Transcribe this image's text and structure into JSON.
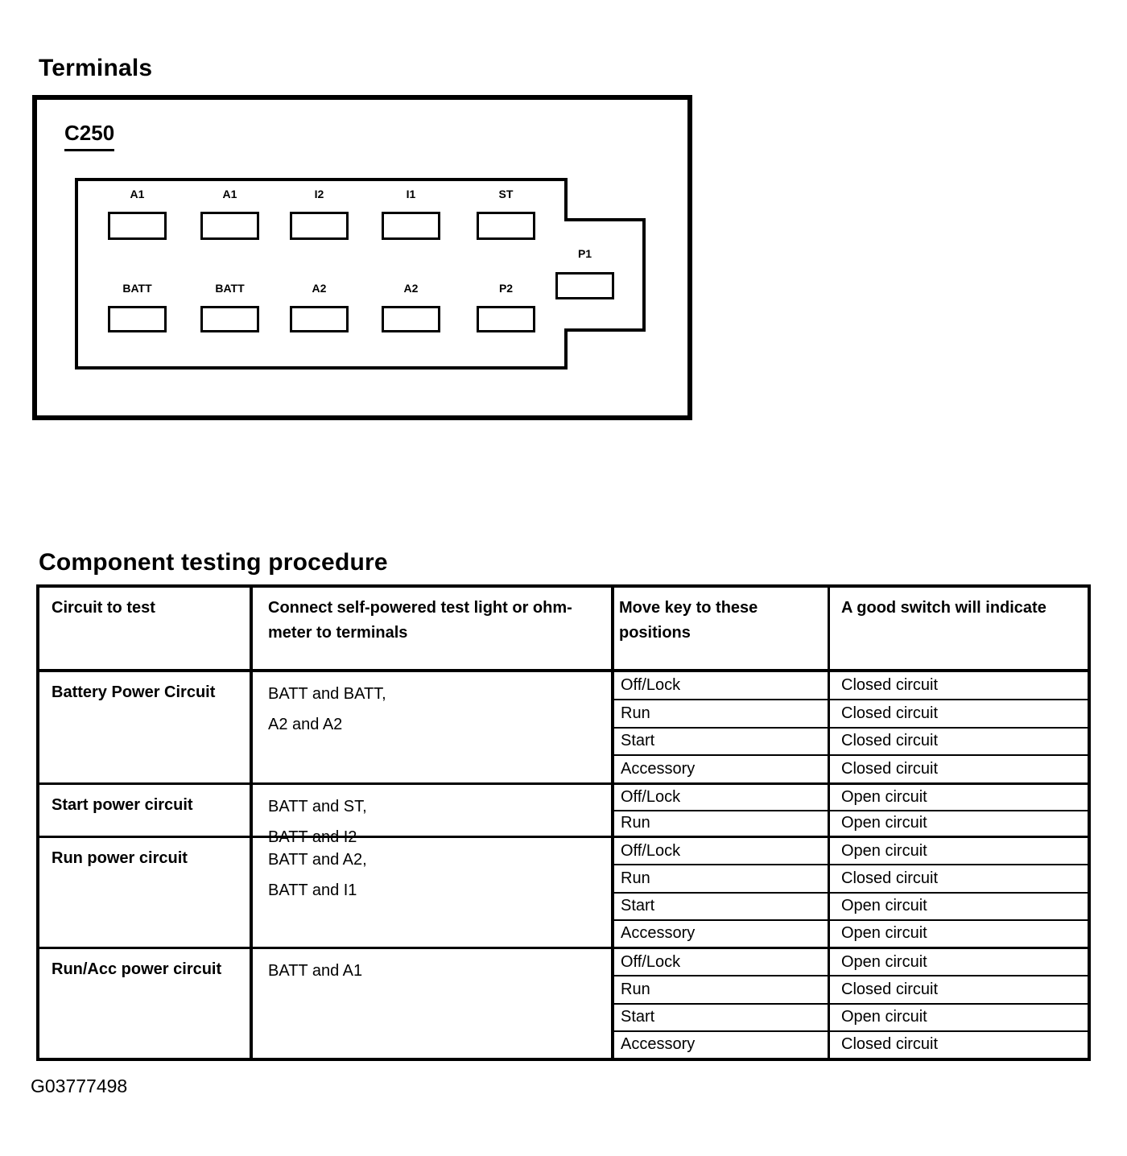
{
  "page": {
    "footer_id": "G03777498"
  },
  "terminals": {
    "title": "Terminals",
    "connector_label": "C250",
    "pins": {
      "top": [
        "A1",
        "A1",
        "I2",
        "I1",
        "ST"
      ],
      "bottom": [
        "BATT",
        "BATT",
        "A2",
        "A2",
        "P2"
      ],
      "side": "P1"
    }
  },
  "testing": {
    "title": "Component testing procedure",
    "headers": {
      "col1": "Circuit to test",
      "col2_lines": [
        "Connect self-powered test light or ohm-",
        "meter to terminals"
      ],
      "col3_lines": [
        "Move key to these",
        "positions"
      ],
      "col4": "A good switch will indicate"
    },
    "groups": [
      {
        "circuit": "Battery Power Circuit",
        "terminals_lines": [
          "BATT and BATT,",
          "A2 and A2"
        ],
        "rows": [
          {
            "position": "Off/Lock",
            "result": "Closed circuit"
          },
          {
            "position": "Run",
            "result": "Closed circuit"
          },
          {
            "position": "Start",
            "result": "Closed circuit"
          },
          {
            "position": "Accessory",
            "result": "Closed circuit"
          }
        ]
      },
      {
        "circuit": "Start power circuit",
        "terminals_lines": [
          "BATT and ST,",
          "BATT and I2"
        ],
        "rows": [
          {
            "position": "Off/Lock",
            "result": "Open circuit"
          },
          {
            "position": "Run",
            "result": "Open circuit"
          }
        ]
      },
      {
        "circuit": "Run power circuit",
        "terminals_lines": [
          "BATT and A2,",
          "BATT and I1"
        ],
        "rows": [
          {
            "position": "Off/Lock",
            "result": "Open circuit"
          },
          {
            "position": "Run",
            "result": "Closed circuit"
          },
          {
            "position": "Start",
            "result": "Open circuit"
          },
          {
            "position": "Accessory",
            "result": "Open circuit"
          }
        ]
      },
      {
        "circuit": "Run/Acc power circuit",
        "terminals_lines": [
          "BATT and A1"
        ],
        "rows": [
          {
            "position": "Off/Lock",
            "result": "Open circuit"
          },
          {
            "position": "Run",
            "result": "Closed circuit"
          },
          {
            "position": "Start",
            "result": "Open circuit"
          },
          {
            "position": "Accessory",
            "result": "Closed circuit"
          }
        ]
      }
    ]
  }
}
